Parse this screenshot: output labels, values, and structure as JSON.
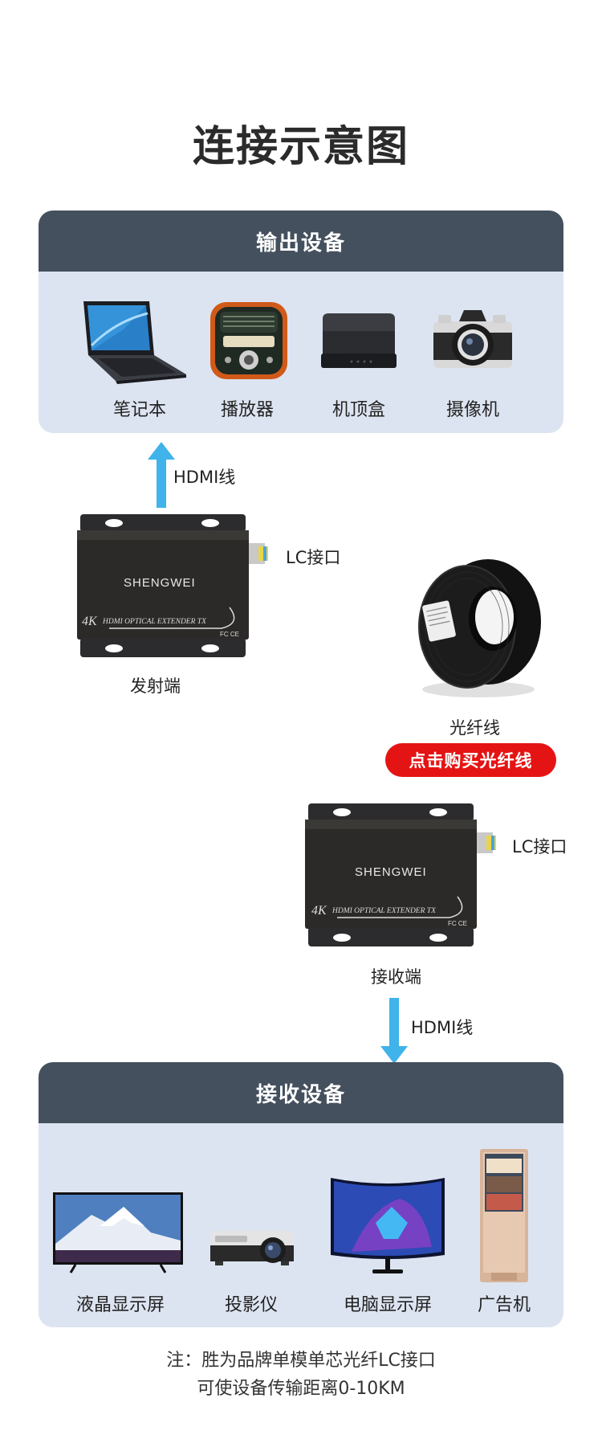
{
  "title": "连接示意图",
  "output_panel": {
    "header": "输出设备",
    "devices": [
      {
        "label": "笔记本",
        "icon": "laptop-icon"
      },
      {
        "label": "播放器",
        "icon": "player-icon"
      },
      {
        "label": "机顶盒",
        "icon": "set-top-box-icon"
      },
      {
        "label": "摄像机",
        "icon": "camera-icon"
      }
    ]
  },
  "tx": {
    "hdmi_label": "HDMI线",
    "lc_label": "LC接口",
    "name": "发射端",
    "brand": "SHENGWEI",
    "model_text": "HDMI OPTICAL EXTENDER TX",
    "badge": "4K",
    "fcce": "FC CE"
  },
  "fiber": {
    "label": "光纤线",
    "buy_button": "点击购买光纤线"
  },
  "rx": {
    "hdmi_label": "HDMI线",
    "lc_label": "LC接口",
    "name": "接收端",
    "brand": "SHENGWEI",
    "model_text": "HDMI OPTICAL EXTENDER TX",
    "badge": "4K",
    "fcce": "FC CE"
  },
  "input_panel": {
    "header": "接收设备",
    "devices": [
      {
        "label": "液晶显示屏",
        "icon": "tv-icon"
      },
      {
        "label": "投影仪",
        "icon": "projector-icon"
      },
      {
        "label": "电脑显示屏",
        "icon": "monitor-icon"
      },
      {
        "label": "广告机",
        "icon": "signage-icon"
      }
    ]
  },
  "note": {
    "line1": "注：胜为品牌单模单芯光纤LC接口",
    "line2": "可使设备传输距离0-10KM"
  },
  "colors": {
    "panel_header": "#44505e",
    "panel_body": "#dde4f1",
    "arrow": "#3fb3ea",
    "button": "#e51414"
  }
}
